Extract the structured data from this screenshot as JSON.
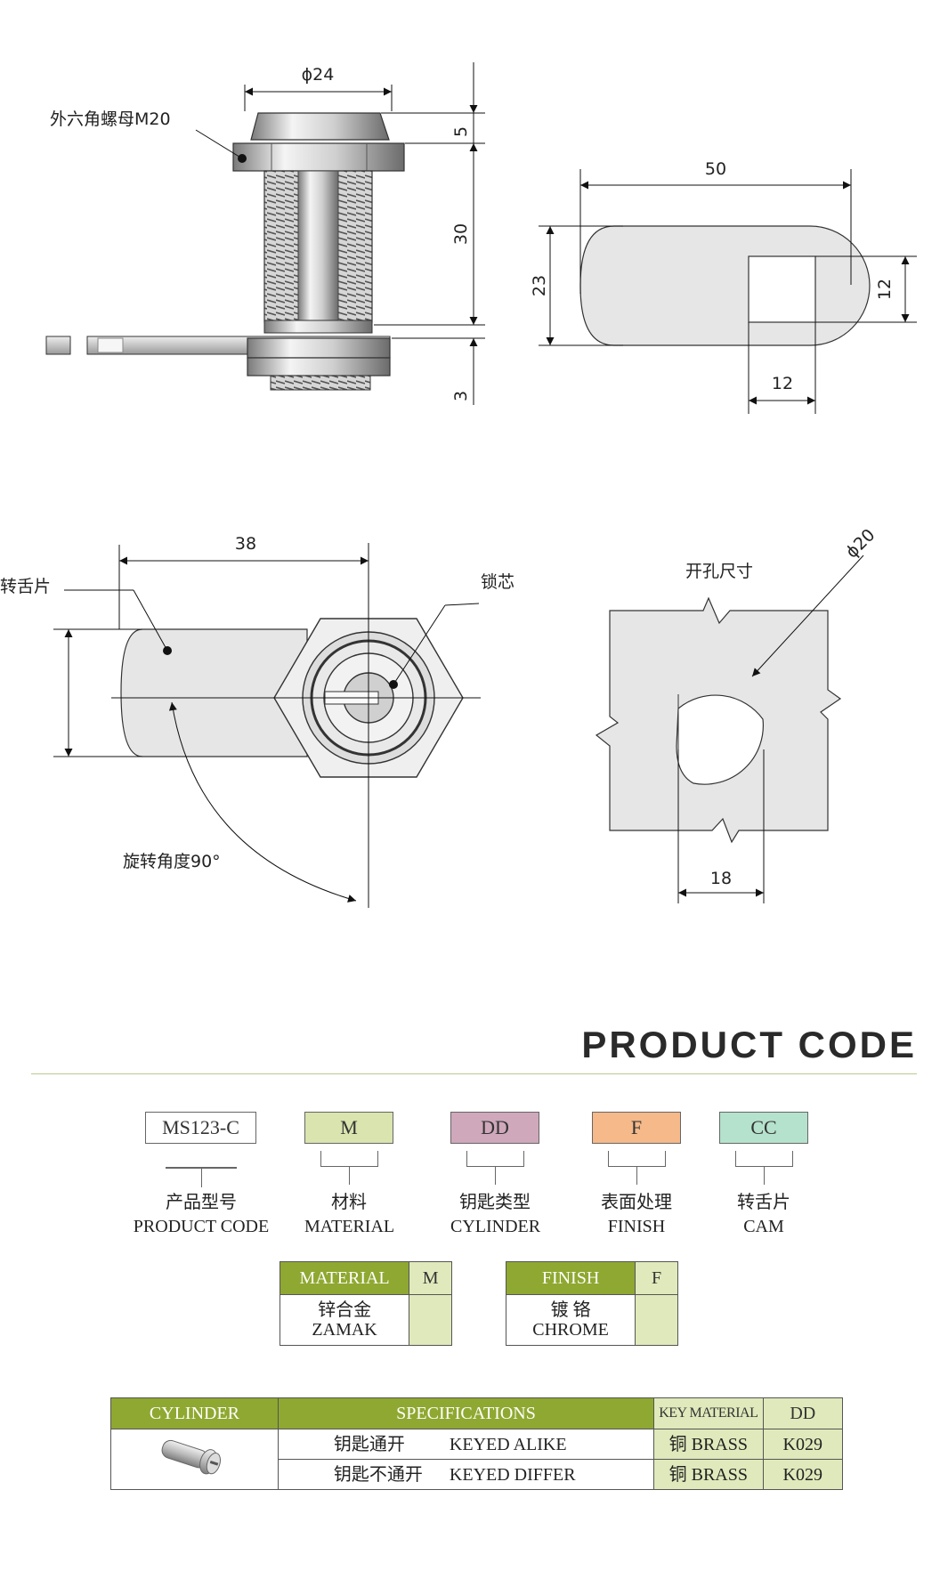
{
  "drawing_labels": {
    "hex_nut": "外六角螺母M20",
    "dim_phi24": "ϕ24",
    "dim_5": "5",
    "dim_30": "30",
    "dim_3": "3",
    "dim_50": "50",
    "dim_23": "23",
    "dim_12_v": "12",
    "dim_12_h": "12",
    "dim_38": "38",
    "cam_label": "转舌片",
    "core_label": "锁芯",
    "rotation_label": "旋转角度90°",
    "cutout_title": "开孔尺寸",
    "dim_phi20": "ϕ20",
    "dim_18": "18"
  },
  "product_code": {
    "title": "PRODUCT CODE",
    "codes": [
      {
        "value": "MS123-C",
        "color": "#ffffff",
        "cn": "产品型号",
        "en": "PRODUCT CODE"
      },
      {
        "value": "M",
        "color": "#d9e4ae",
        "cn": "材料",
        "en": "MATERIAL"
      },
      {
        "value": "DD",
        "color": "#cfa8bb",
        "cn": "钥匙类型",
        "en": "CYLINDER"
      },
      {
        "value": "F",
        "color": "#f5b98a",
        "cn": "表面处理",
        "en": "FINISH"
      },
      {
        "value": "CC",
        "color": "#b5e2cc",
        "cn": "转舌片",
        "en": "CAM"
      }
    ]
  },
  "material_table": {
    "header": "MATERIAL",
    "code": "M",
    "cn": "锌合金",
    "en": "ZAMAK"
  },
  "finish_table": {
    "header": "FINISH",
    "code": "F",
    "cn": "镀 铬",
    "en": "CHROME"
  },
  "cylinder_table": {
    "headers": [
      "CYLINDER",
      "SPECIFICATIONS",
      "KEY MATERIAL",
      "DD"
    ],
    "rows": [
      {
        "cn": "钥匙通开",
        "en": "KEYED ALIKE",
        "material": "铜 BRASS",
        "code": "K029"
      },
      {
        "cn": "钥匙不通开",
        "en": "KEYED DIFFER",
        "material": "铜 BRASS",
        "code": "K029"
      }
    ]
  },
  "colors": {
    "accent_green": "#8fa831",
    "pale_green": "#dfe9bb",
    "part_gray": "#e6e6e6"
  }
}
